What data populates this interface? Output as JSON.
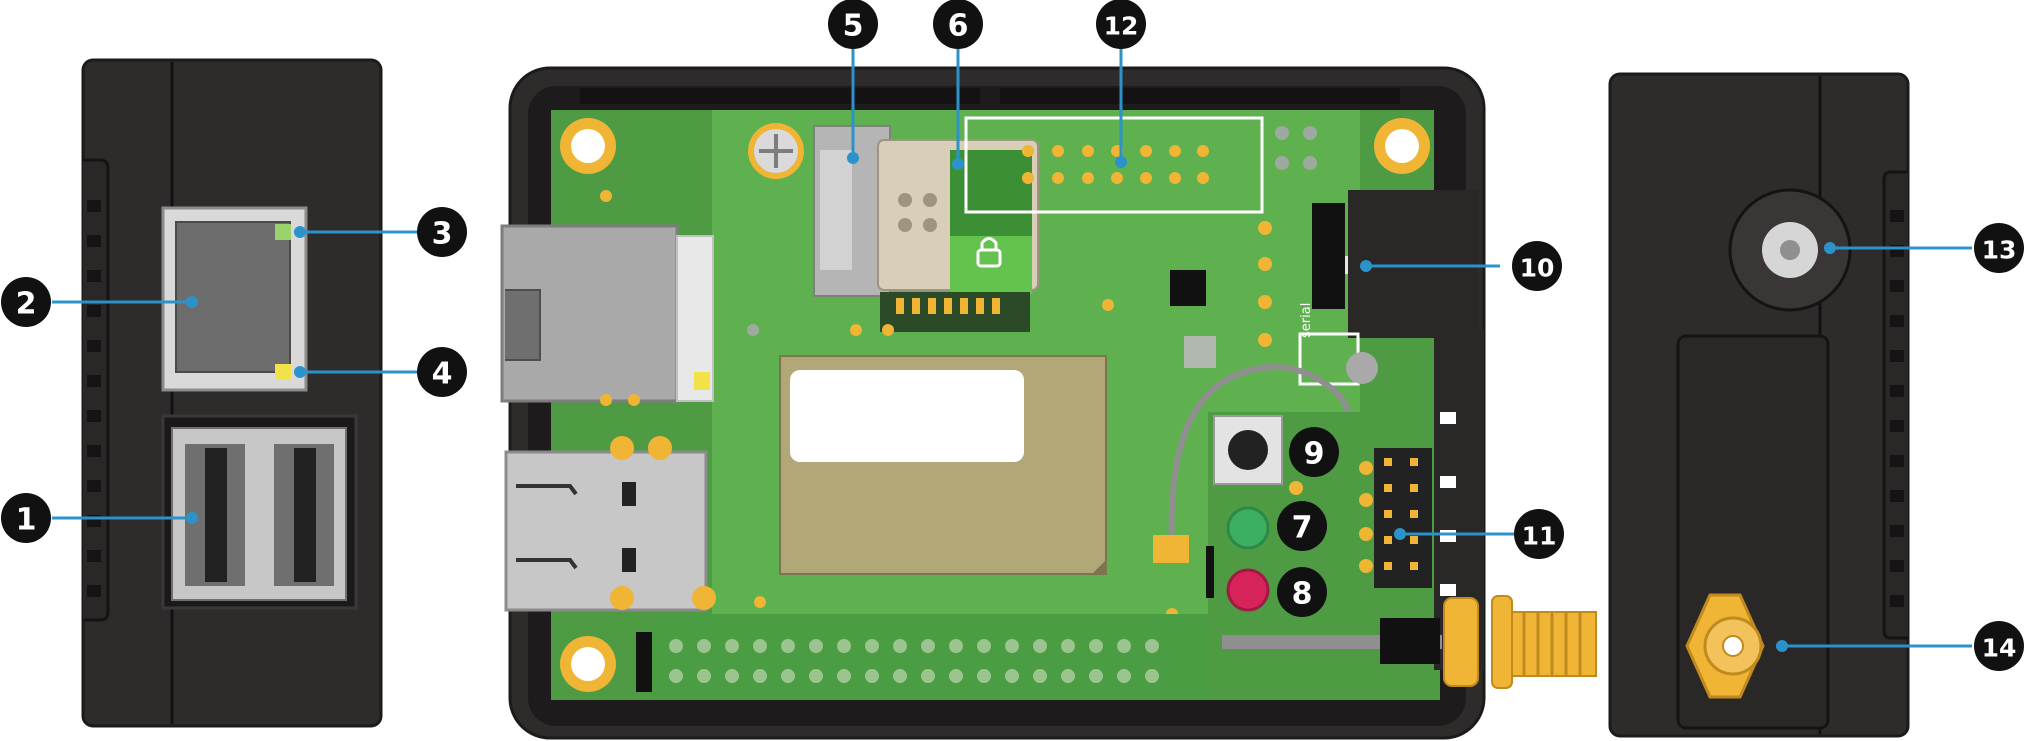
{
  "colors": {
    "case": "#2e2b2b",
    "case_edge": "#1c1a1a",
    "pcb": "#4e9b44",
    "pcb_light": "#5fb04f",
    "gold": "#f0b534",
    "leader": "#2b93c9",
    "badge": "#111111",
    "metal": "#a9a9a9",
    "module": "#b2a777",
    "led_green": "#3cb060",
    "led_red": "#d6245a"
  },
  "icons": {
    "led_status": "lan-led-green",
    "led_link": "lan-led-yellow",
    "sim_lock": "lock-icon",
    "sma": "sma-connector-icon"
  },
  "labels": {
    "serial": "serial"
  },
  "callouts": [
    {
      "n": "1"
    },
    {
      "n": "2"
    },
    {
      "n": "3"
    },
    {
      "n": "4"
    },
    {
      "n": "5"
    },
    {
      "n": "6"
    },
    {
      "n": "7"
    },
    {
      "n": "8"
    },
    {
      "n": "9"
    },
    {
      "n": "10"
    },
    {
      "n": "11"
    },
    {
      "n": "12"
    },
    {
      "n": "13"
    },
    {
      "n": "14"
    }
  ]
}
